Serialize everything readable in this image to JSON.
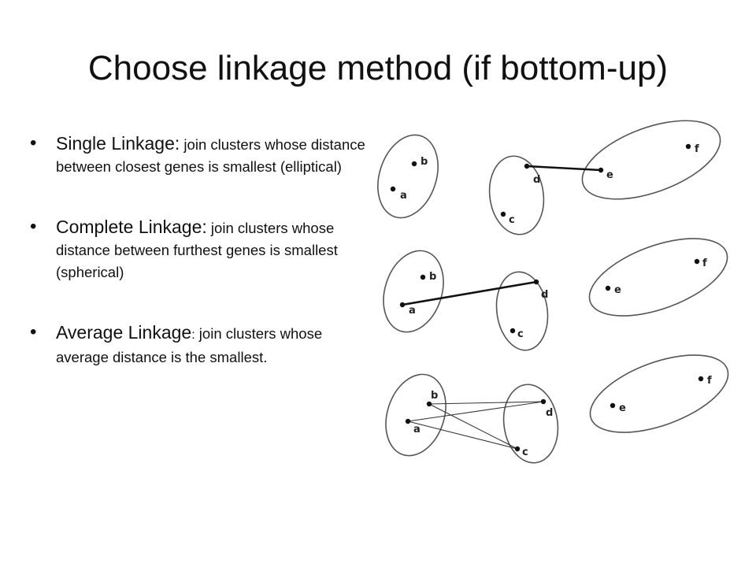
{
  "title": "Choose linkage method (if bottom-up)",
  "bullets": [
    {
      "term": "Single Linkage",
      "sep": ":",
      "text": " join clusters whose distance between closest genes is smallest (elliptical)"
    },
    {
      "term": "Complete Linkage",
      "sep": ":",
      "text": " join clusters whose distance between furthest genes is smallest (spherical)"
    },
    {
      "term": "Average Linkage",
      "sep": ":",
      "text": " join clusters whose average distance is the smallest."
    }
  ],
  "point_labels": [
    "a",
    "b",
    "c",
    "d",
    "e",
    "f"
  ]
}
